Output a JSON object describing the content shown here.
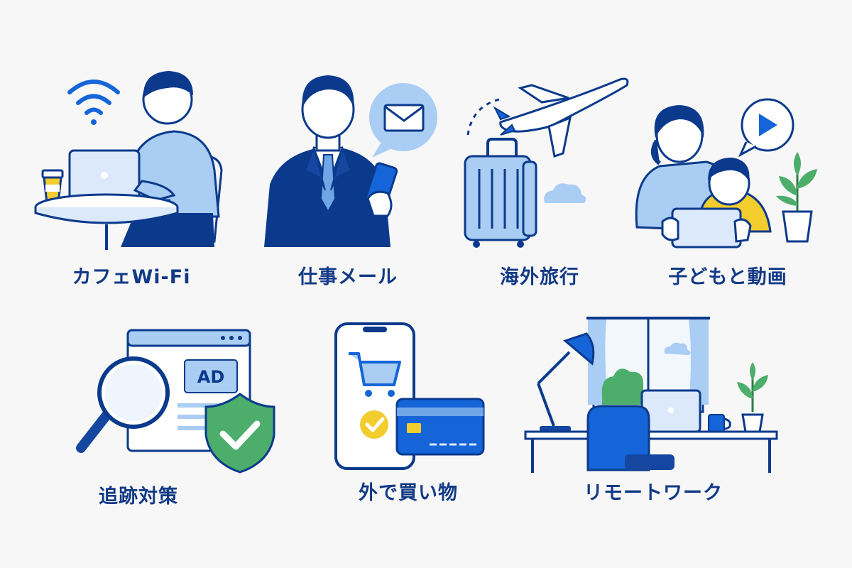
{
  "colors": {
    "navy": "#0b3a8c",
    "blue": "#1565d8",
    "light_blue": "#a9cdf3",
    "pale_blue": "#dbe9fa",
    "green": "#4cae6a",
    "yellow": "#f3cd2e",
    "background": "#f7f7f7"
  },
  "scenes": [
    {
      "id": "cafe_wifi",
      "label": "カフェWi-Fi",
      "icons": [
        "wifi-icon",
        "laptop-icon",
        "coffee-cup-icon",
        "cafe-table-icon"
      ]
    },
    {
      "id": "work_mail",
      "label": "仕事メール",
      "icons": [
        "businessman-icon",
        "smartphone-icon",
        "envelope-icon"
      ]
    },
    {
      "id": "overseas_travel",
      "label": "海外旅行",
      "icons": [
        "airplane-icon",
        "suitcase-icon",
        "cloud-icon"
      ]
    },
    {
      "id": "kids_video",
      "label": "子どもと動画",
      "icons": [
        "play-icon",
        "tablet-icon",
        "plant-icon"
      ]
    },
    {
      "id": "tracking_protection",
      "label": "追跡対策",
      "icons": [
        "browser-window-icon",
        "magnifier-icon",
        "shield-check-icon"
      ],
      "badge_text": "AD"
    },
    {
      "id": "shopping_outside",
      "label": "外で買い物",
      "icons": [
        "smartphone-icon",
        "shopping-cart-icon",
        "check-circle-icon",
        "credit-card-icon"
      ]
    },
    {
      "id": "remote_work",
      "label": "リモートワーク",
      "icons": [
        "desk-lamp-icon",
        "window-icon",
        "laptop-icon",
        "mug-icon",
        "plant-icon",
        "office-chair-icon"
      ]
    }
  ]
}
